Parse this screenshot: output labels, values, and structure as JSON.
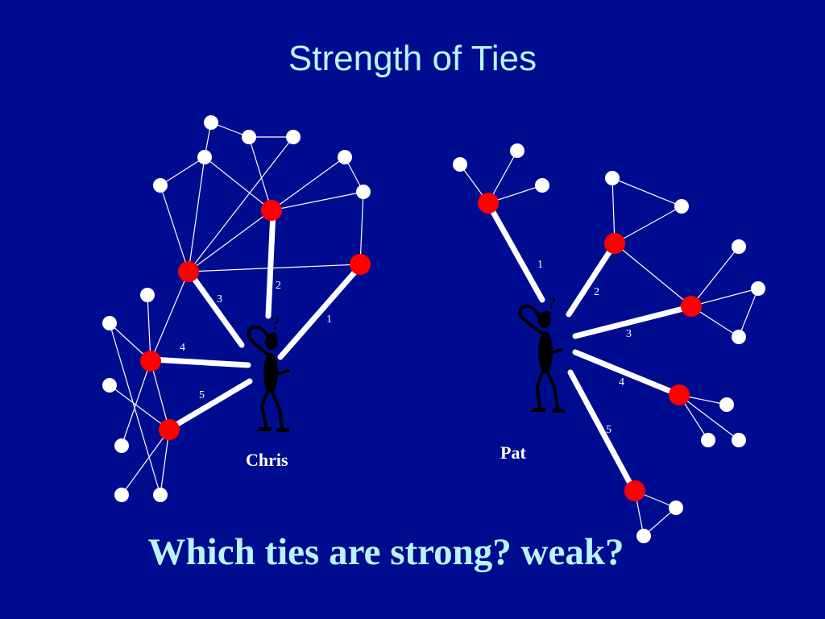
{
  "slide": {
    "title": "Strength of Ties",
    "question": "Which ties are strong? weak?"
  },
  "people": {
    "left": {
      "name": "Chris",
      "question_mark": "?"
    },
    "right": {
      "name": "Pat",
      "question_mark": "?"
    }
  },
  "ties": {
    "left": [
      "1",
      "2",
      "3",
      "4",
      "5"
    ],
    "right": [
      "1",
      "2",
      "3",
      "4",
      "5"
    ]
  },
  "colors": {
    "background": "#000c8f",
    "text": "#b8f4f8",
    "tie_node": "#ff0000",
    "other_node": "#ffffff",
    "figure": "#000000"
  }
}
